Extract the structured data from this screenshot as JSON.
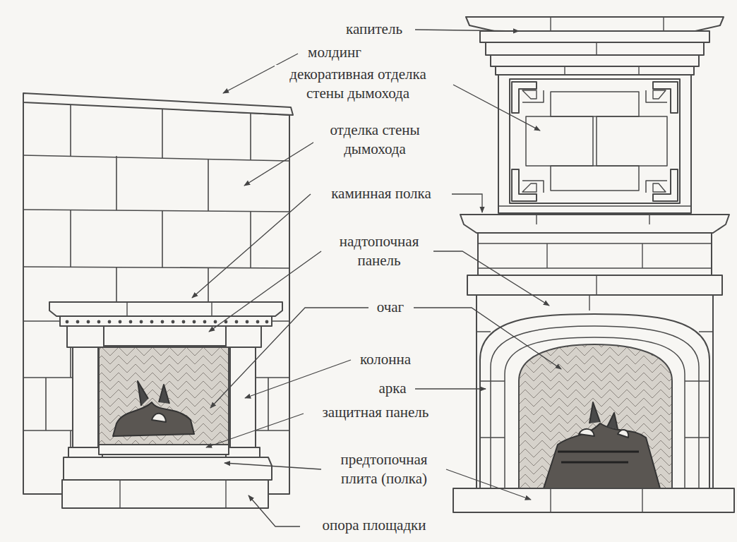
{
  "diagram": {
    "labels": [
      "капитель",
      "молдинг",
      "декоративная отделка стены дымохода",
      "отделка стены дымохода",
      "каминная полка",
      "надтопочная панель",
      "очаг",
      "колонна",
      "арка",
      "защитная панель",
      "предтопочная плита (полка)",
      "опора площадки"
    ]
  }
}
